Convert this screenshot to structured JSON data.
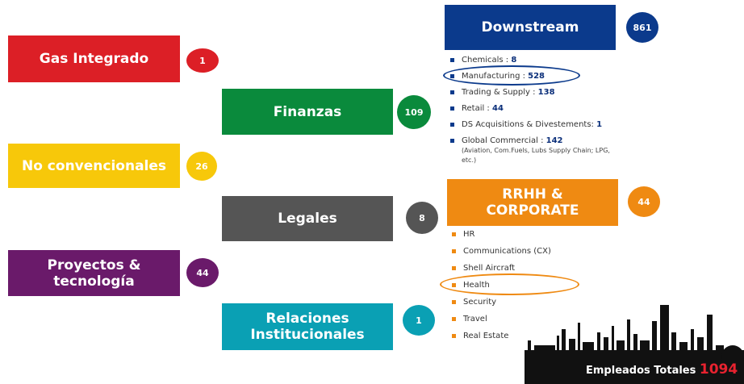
{
  "units": [
    {
      "label": "Gas Integrado",
      "count": "1",
      "color": "#dc1f26"
    },
    {
      "label": "Finanzas",
      "count": "109",
      "color": "#0a8a3c"
    },
    {
      "label": "No convencionales",
      "count": "26",
      "color": "#f7c80a"
    },
    {
      "label": "Legales",
      "count": "8",
      "color": "#555555"
    },
    {
      "label": "Proyectos &\ntecnología",
      "count": "44",
      "color": "#6a1a6a"
    },
    {
      "label": "Relaciones\nInstitucionales",
      "count": "1",
      "color": "#0aa0b4"
    }
  ],
  "downstream": {
    "title": "Downstream",
    "count": "861",
    "color": "#0b3a8c",
    "items": [
      {
        "label": "Chemicals : ",
        "value": "8"
      },
      {
        "label": "Manufacturing : ",
        "value": "528"
      },
      {
        "label": "Trading & Supply : ",
        "value": "138"
      },
      {
        "label": "Retail : ",
        "value": "44"
      },
      {
        "label": "DS Acquisitions & Divestements: ",
        "value": "1"
      },
      {
        "label": "Global Commercial : ",
        "value": "142",
        "note": "(Aviation, Com.Fuels, Lubs Supply Chain; LPG, etc.)"
      }
    ]
  },
  "rrhh": {
    "title": "RRHH &\nCORPORATE",
    "count": "44",
    "color": "#ef8a12",
    "items": [
      "HR",
      "Communications (CX)",
      "Shell Aircraft",
      "Health",
      "Security",
      "Travel",
      "Real Estate"
    ]
  },
  "total": {
    "label": "Empleados Totales ",
    "value": "1094"
  }
}
